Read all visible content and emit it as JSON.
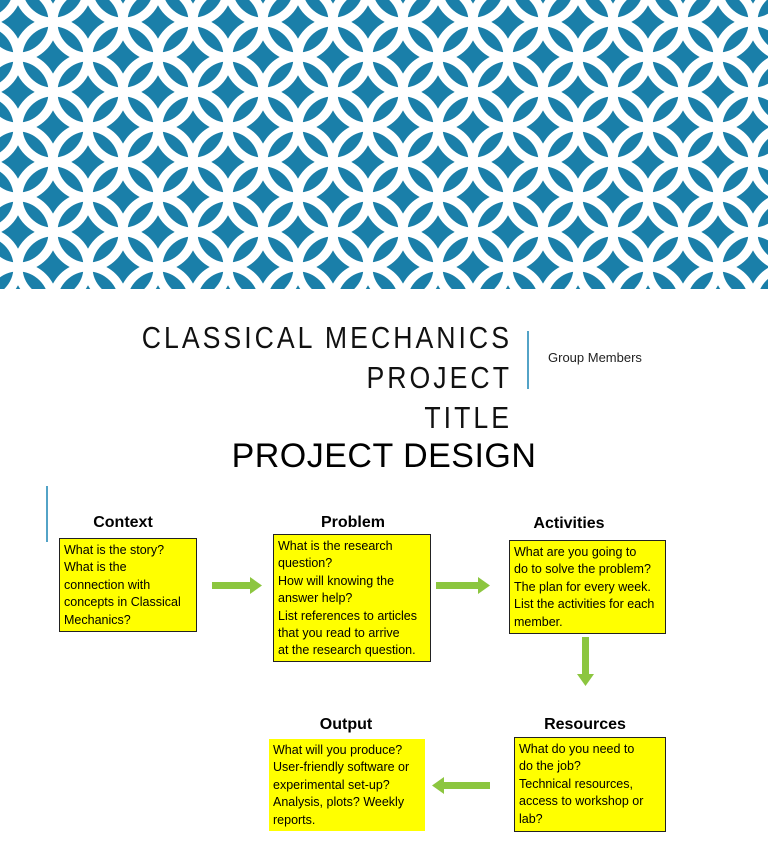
{
  "title_slide": {
    "title_line1": "CLASSICAL MECHANICS PROJECT",
    "title_line2": "TITLE",
    "subtitle": "Group Members"
  },
  "design_slide": {
    "heading": "PROJECT DESIGN",
    "steps": {
      "context": {
        "label": "Context",
        "lines": [
          "What is the story?",
          "What is the",
          "connection with",
          "concepts in Classical",
          "Mechanics?"
        ]
      },
      "problem": {
        "label": "Problem",
        "lines": [
          "What is the research",
          "question?",
          "How will knowing the",
          "answer help?",
          "List references to articles",
          "that you read to arrive",
          "at the research question."
        ]
      },
      "activities": {
        "label": "Activities",
        "lines": [
          "What are you going to",
          "do to solve the problem?",
          "The plan for every week.",
          "List the activities for each",
          "member."
        ]
      },
      "resources": {
        "label": "Resources",
        "lines": [
          "What do you need to",
          "do the job?",
          "Technical resources,",
          "access to workshop or",
          "lab?"
        ]
      },
      "output": {
        "label": "Output",
        "lines": [
          "What will you produce?",
          "User-friendly software or",
          "experimental set-up?",
          "Analysis, plots? Weekly",
          "reports."
        ]
      }
    }
  },
  "colors": {
    "banner_blue": "#1a7fa9",
    "box_yellow": "#ffff00",
    "arrow_green": "#8cc63f",
    "divider_blue": "#53a3c7"
  }
}
